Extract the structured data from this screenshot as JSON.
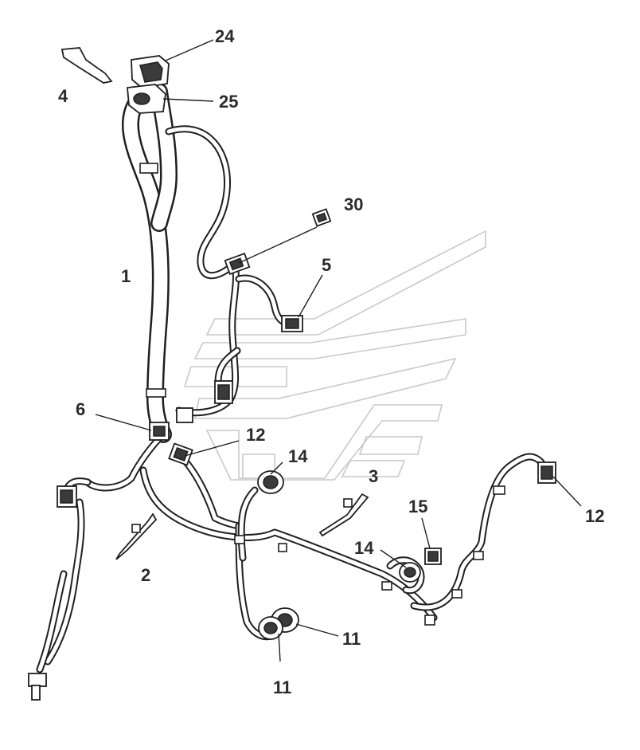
{
  "callouts": [
    {
      "id": "c1",
      "text": "1"
    },
    {
      "id": "c2",
      "text": "2"
    },
    {
      "id": "c3",
      "text": "3"
    },
    {
      "id": "c4",
      "text": "4"
    },
    {
      "id": "c5",
      "text": "5"
    },
    {
      "id": "c6",
      "text": "6"
    },
    {
      "id": "c11a",
      "text": "11"
    },
    {
      "id": "c11b",
      "text": "11"
    },
    {
      "id": "c12a",
      "text": "12"
    },
    {
      "id": "c12b",
      "text": "12"
    },
    {
      "id": "c14a",
      "text": "14"
    },
    {
      "id": "c14b",
      "text": "14"
    },
    {
      "id": "c15",
      "text": "15"
    },
    {
      "id": "c24",
      "text": "24"
    },
    {
      "id": "c25",
      "text": "25"
    },
    {
      "id": "c30",
      "text": "30"
    }
  ],
  "colors": {
    "line": "#1f1f1f",
    "watermark": "#c9c9c9",
    "label": "#2b2b2b",
    "background": "#ffffff"
  },
  "icons": [
    "wiring-harness-icon",
    "connector-icon",
    "cable-tie-icon",
    "watermark-logo"
  ]
}
